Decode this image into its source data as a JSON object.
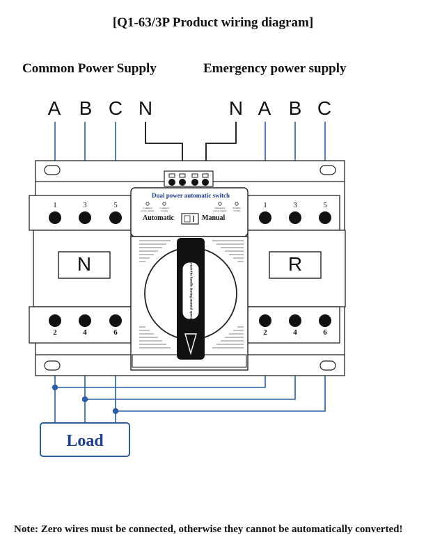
{
  "title": "[Q1-63/3P Product wiring diagram]",
  "left_supply_label": "Common Power Supply",
  "right_supply_label": "Emergency power supply",
  "left_phases": [
    "A",
    "B",
    "C",
    "N"
  ],
  "right_phases": [
    "N",
    "A",
    "B",
    "C"
  ],
  "top_terminals": [
    "1",
    "3",
    "5"
  ],
  "bottom_terminals": [
    "2",
    "4",
    "6"
  ],
  "left_box_label": "N",
  "right_box_label": "R",
  "switch": {
    "title": "Dual power automatic switch",
    "mode_left": "Automatic",
    "mode_right": "Manual",
    "indicators": [
      "Common power supply",
      "Common closing",
      "emergency power supply",
      "Standby closing"
    ],
    "handle_text": "Rotate the handle during manual operation"
  },
  "load_label": "Load",
  "note": "Note: Zero wires must be connected, otherwise they cannot be automatically converted!",
  "colors": {
    "wire": "#2a5ea8",
    "load_border": "#2a5ea8",
    "load_text": "#1f3f8f",
    "outline": "#222222"
  }
}
